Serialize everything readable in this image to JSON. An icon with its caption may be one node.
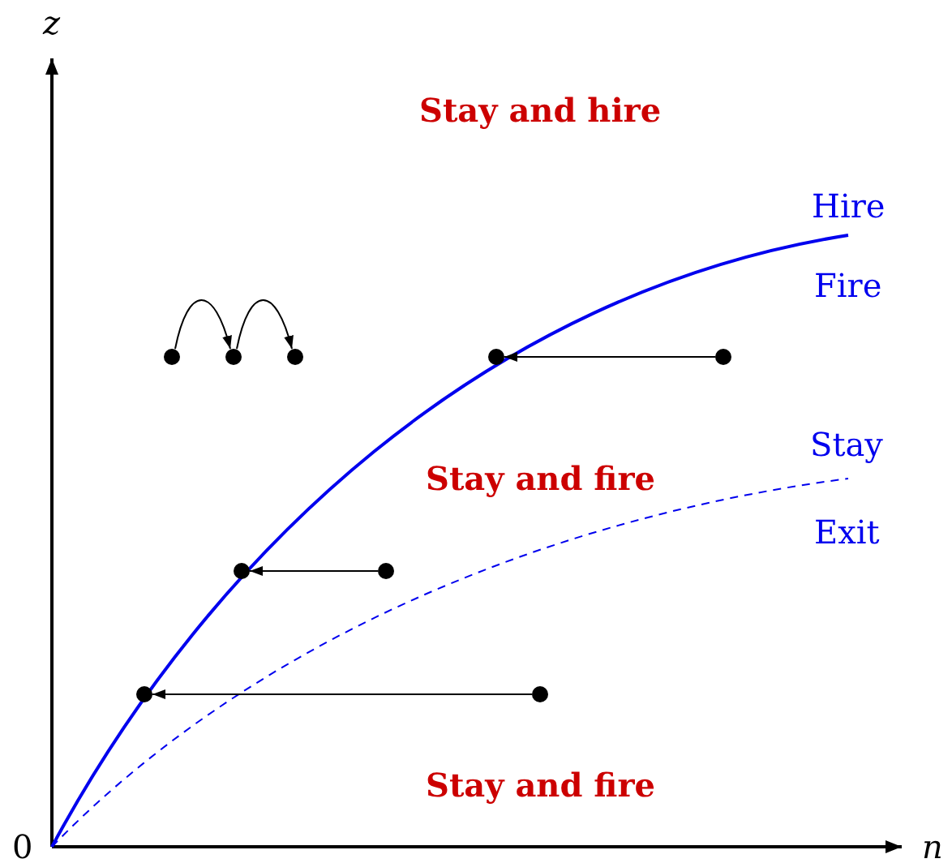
{
  "diagram": {
    "nodes": [
      {
        "text": [],
        "shape": "circle"
      },
      {
        "text": [],
        "shape": "circle"
      },
      {
        "text": [],
        "shape": "circle"
      },
      {
        "text": [],
        "shape": "circle"
      },
      {
        "text": [],
        "shape": "circle"
      },
      {
        "text": [],
        "shape": "circle"
      },
      {
        "text": [],
        "shape": "circle"
      },
      {
        "text": [],
        "shape": "circle"
      },
      {
        "text": [],
        "shape": "circle"
      }
    ],
    "edges": [
      {
        "from": 0,
        "to": 1,
        "arrow": "to"
      },
      {
        "from": 1,
        "to": 2,
        "arrow": "to"
      },
      {
        "from": 4,
        "to": 3,
        "arrow": "to"
      },
      {
        "from": 6,
        "to": 5,
        "arrow": "to"
      },
      {
        "from": 8,
        "to": 7,
        "arrow": "to"
      }
    ],
    "labels": [
      "z",
      "Stay and hire",
      "Hire",
      "Fire",
      "Stay",
      "Stay and fire",
      "Exit",
      "Stay and fire",
      "0",
      "n"
    ]
  }
}
